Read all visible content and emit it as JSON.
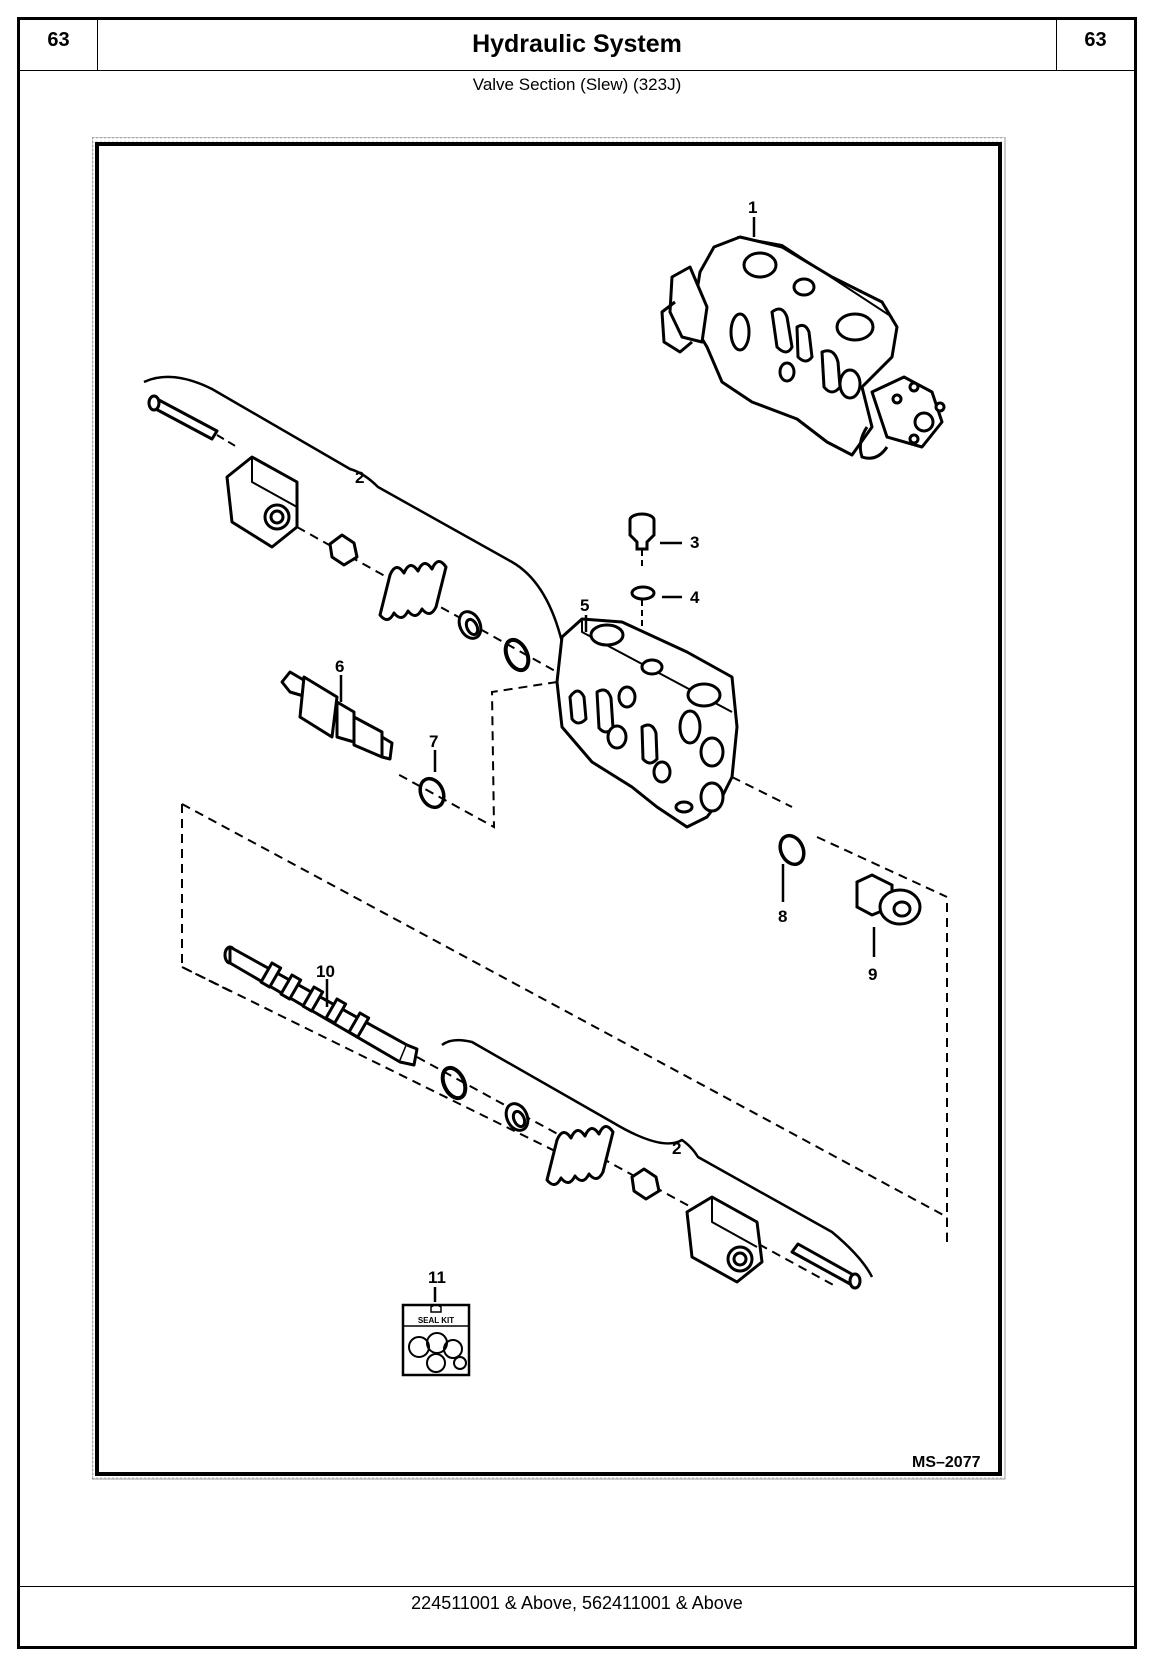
{
  "header": {
    "page_number_left": "63",
    "page_number_right": "63",
    "title": "Hydraulic System"
  },
  "subtitle": "Valve Section (Slew) (323J)",
  "diagram": {
    "drawing_id": "MS–2077",
    "callouts": [
      "1",
      "2",
      "3",
      "4",
      "5",
      "6",
      "7",
      "8",
      "9",
      "10",
      "2",
      "11"
    ],
    "seal_kit_label": "SEAL KIT"
  },
  "footer": "224511001 & Above, 562411001 & Above"
}
